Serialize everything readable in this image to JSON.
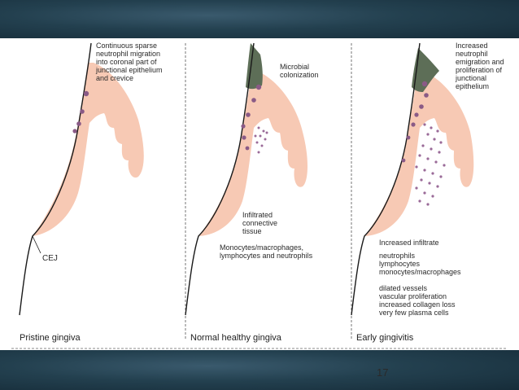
{
  "slide": {
    "page_number": "17"
  },
  "panels": [
    {
      "caption": "Pristine gingiva",
      "labels": {
        "neutrophil_note": "Continuous sparse\nneutrophil migration\ninto coronal part of\njunctional epithelium\nand crevice",
        "cej": "CEJ"
      }
    },
    {
      "caption": "Normal healthy gingiva",
      "labels": {
        "microbial": "Microbial\ncolonization",
        "infiltrated": "Infiltrated\nconnective\ntissue",
        "cells": "Monocytes/macrophages,\nlymphocytes and neutrophils"
      }
    },
    {
      "caption": "Early gingivitis",
      "labels": {
        "increased_neutrophil": "Increased\nneutrophil\nemigration and\nproliferation of\njunctional\nepithelium",
        "increased_infiltrate": "Increased infiltrate",
        "cell_list": "neutrophils\nlymphocytes\nmonocytes/macrophages",
        "vessel_list": "dilated vessels\nvascular proliferation\nincreased collagen loss\nvery few plasma cells"
      }
    }
  ],
  "colors": {
    "gingiva": "#f7c9b4",
    "plaque": "#5d6e57",
    "cells": "#8a5a86",
    "outline": "#1a1a1a"
  }
}
